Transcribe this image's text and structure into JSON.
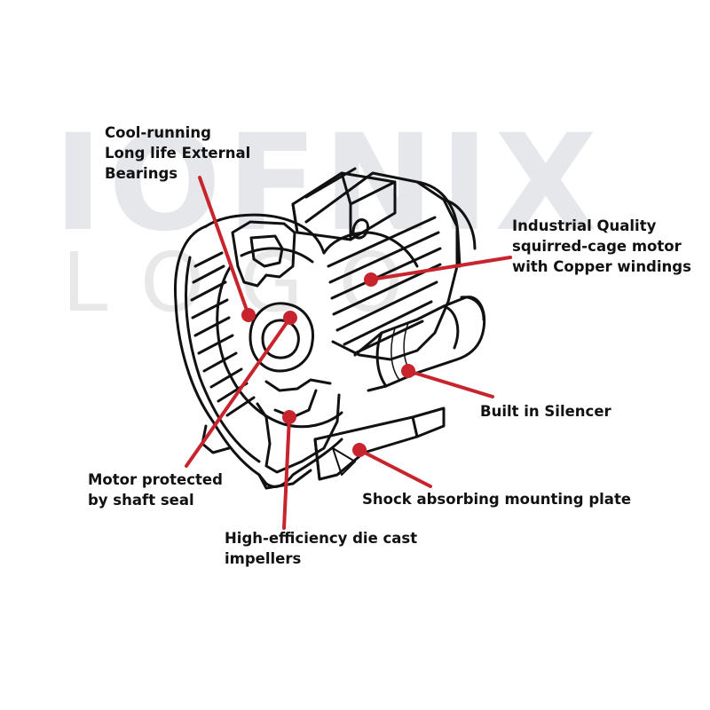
{
  "watermark": {
    "top": "IOFNIX",
    "bottom": "LOGO"
  },
  "callouts": {
    "bearings": [
      "Cool-running",
      "Long life External",
      "Bearings"
    ],
    "motor": [
      "Industrial Quality",
      "squirred-cage motor",
      "with Copper windings"
    ],
    "silencer": [
      "Built in Silencer"
    ],
    "shaft_seal": [
      "Motor protected",
      "by shaft seal"
    ],
    "mounting": [
      "Shock absorbing mounting plate"
    ],
    "impellers": [
      "High-efficiency die cast",
      "impellers"
    ]
  },
  "colors": {
    "leader": "#c8242e",
    "ink": "#111111",
    "watermark": "#e6e6e6"
  }
}
